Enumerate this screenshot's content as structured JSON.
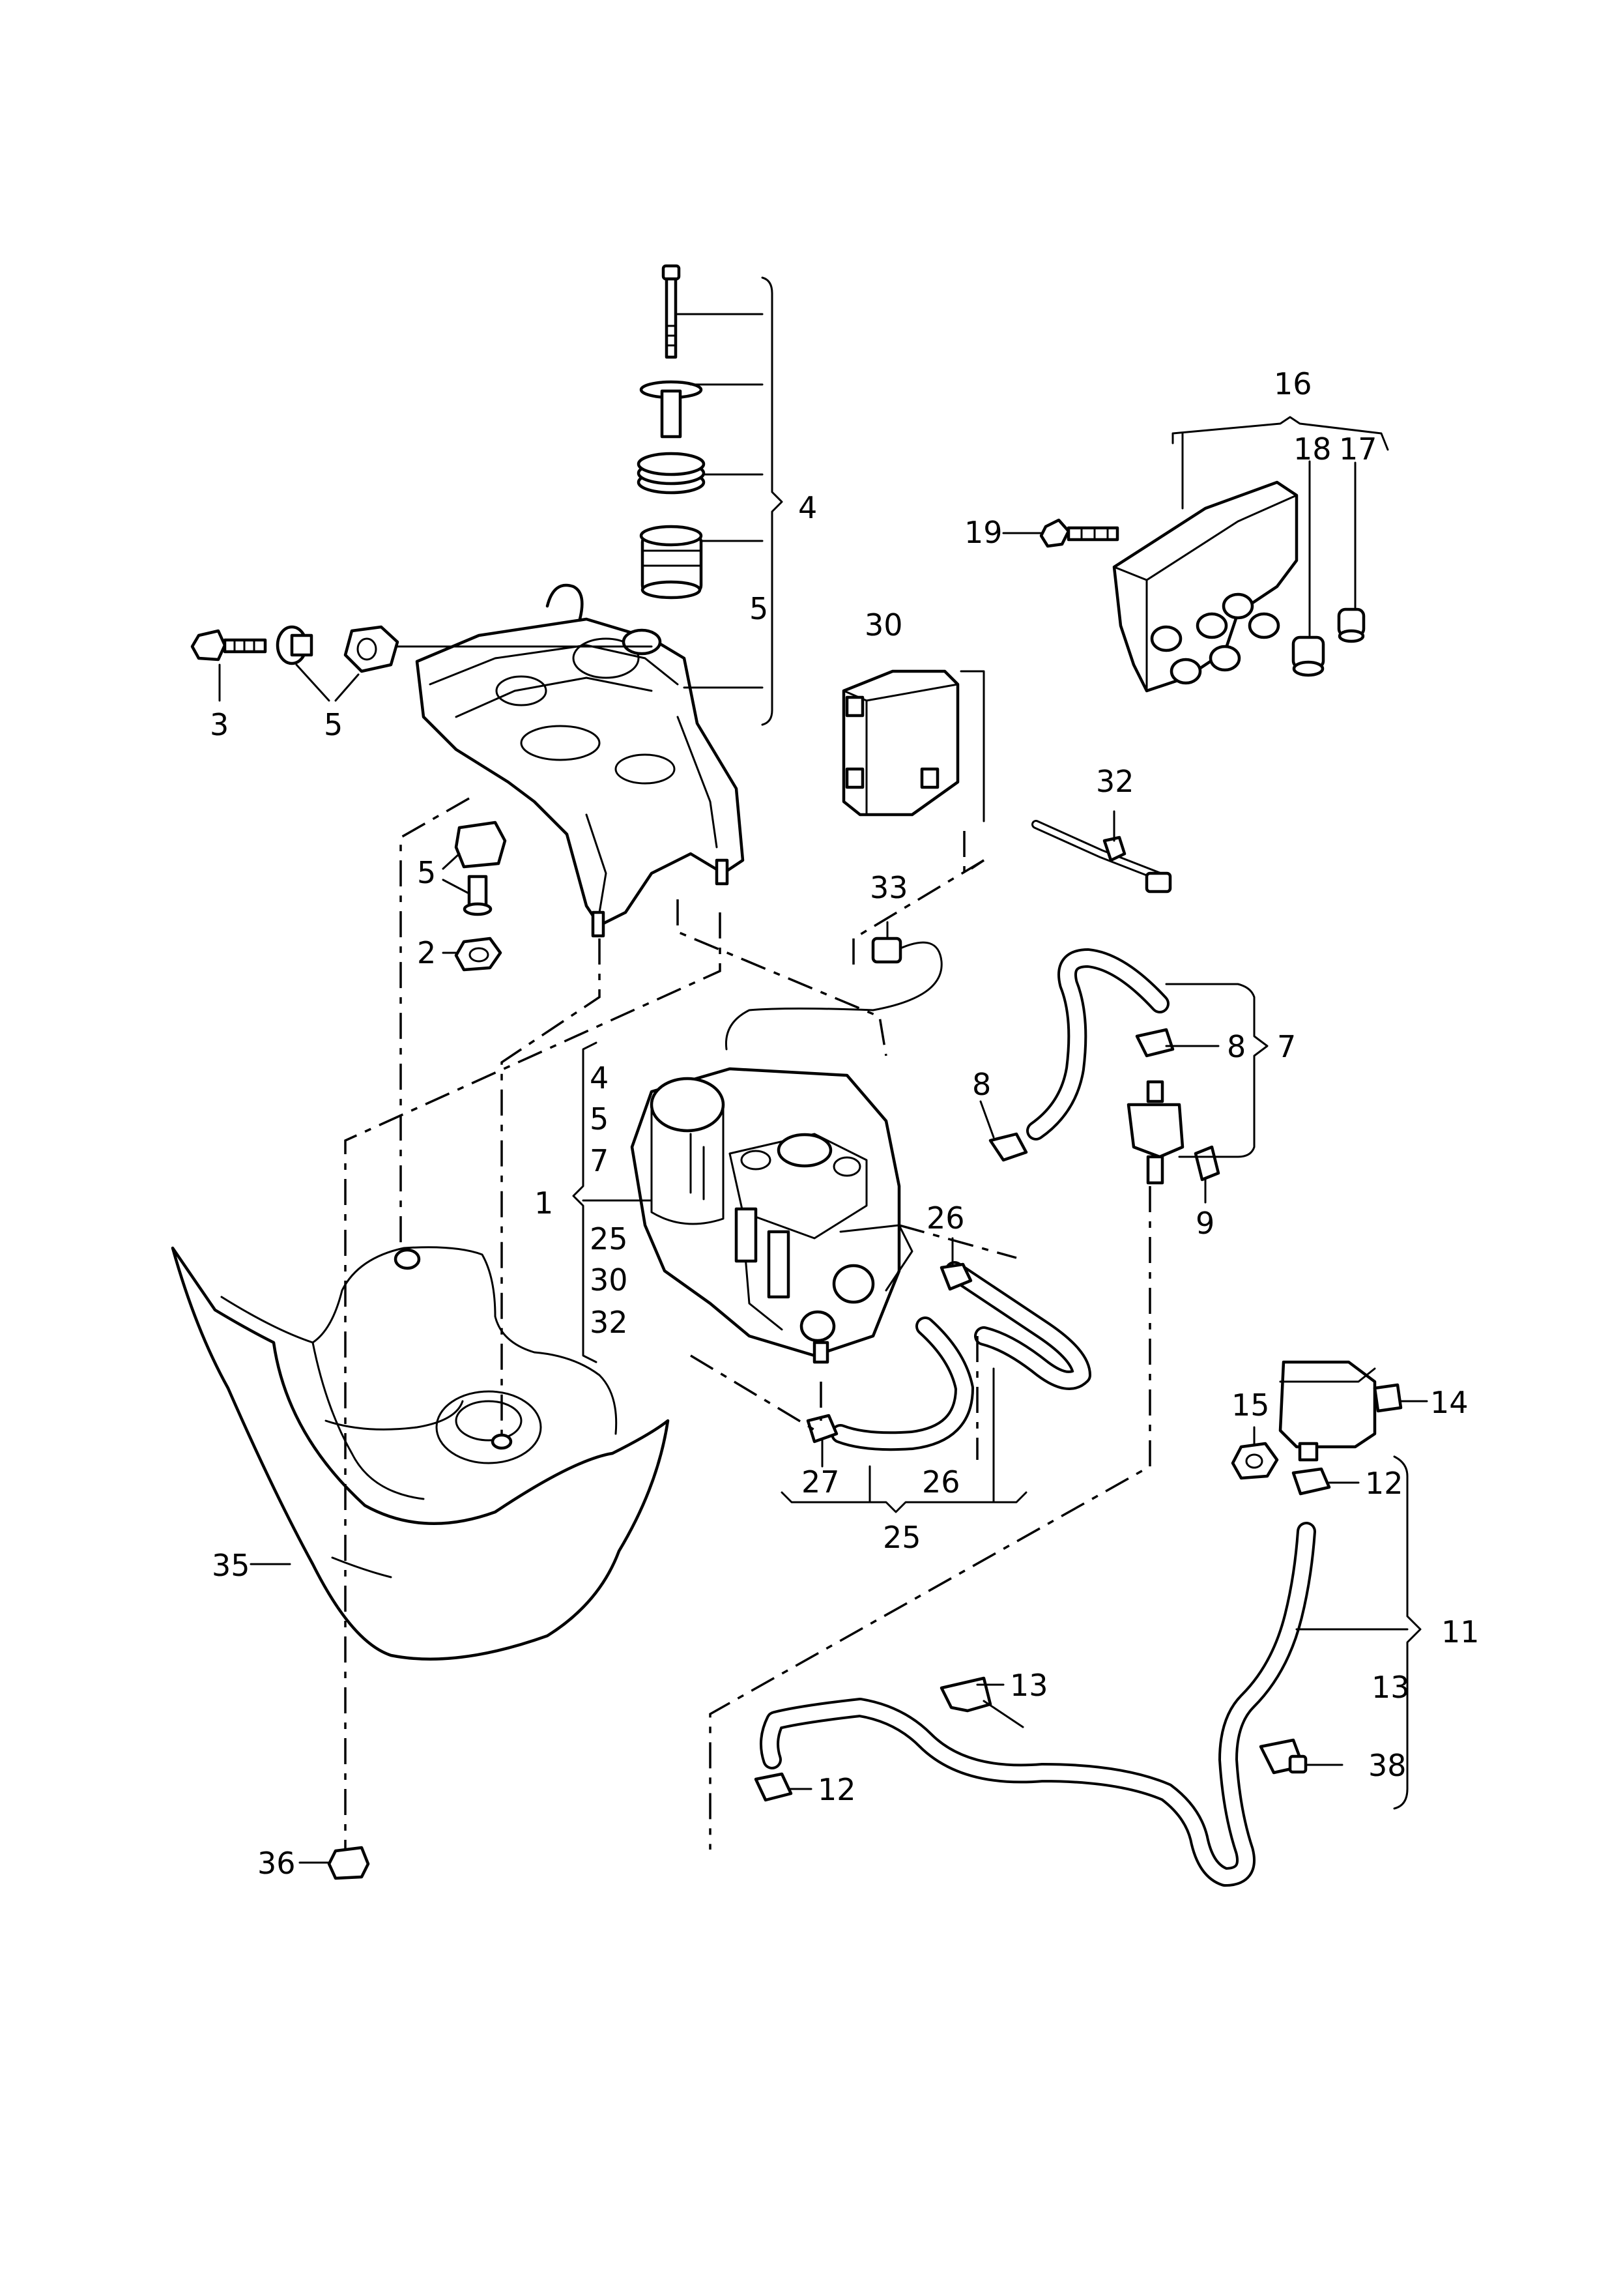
{
  "callouts": {
    "c16": "16",
    "c18": "18",
    "c17": "17",
    "c19": "19",
    "c4a": "4",
    "c5a": "5",
    "c3": "3",
    "c5b": "5",
    "c5c": "5",
    "c2": "2",
    "c30": "30",
    "c32a": "32",
    "c33": "33",
    "c8a": "8",
    "c7a": "7",
    "c8b": "8",
    "c9": "9",
    "g4": "4",
    "g5": "5",
    "g7": "7",
    "c1": "1",
    "g25": "25",
    "g30": "30",
    "g32": "32",
    "c26a": "26",
    "c27": "27",
    "c26b": "26",
    "c25": "25",
    "c15": "15",
    "c14": "14",
    "c12a": "12",
    "c11": "11",
    "c13a": "13",
    "c13b": "13",
    "c38": "38",
    "c12b": "12",
    "c35": "35",
    "c36": "36"
  }
}
